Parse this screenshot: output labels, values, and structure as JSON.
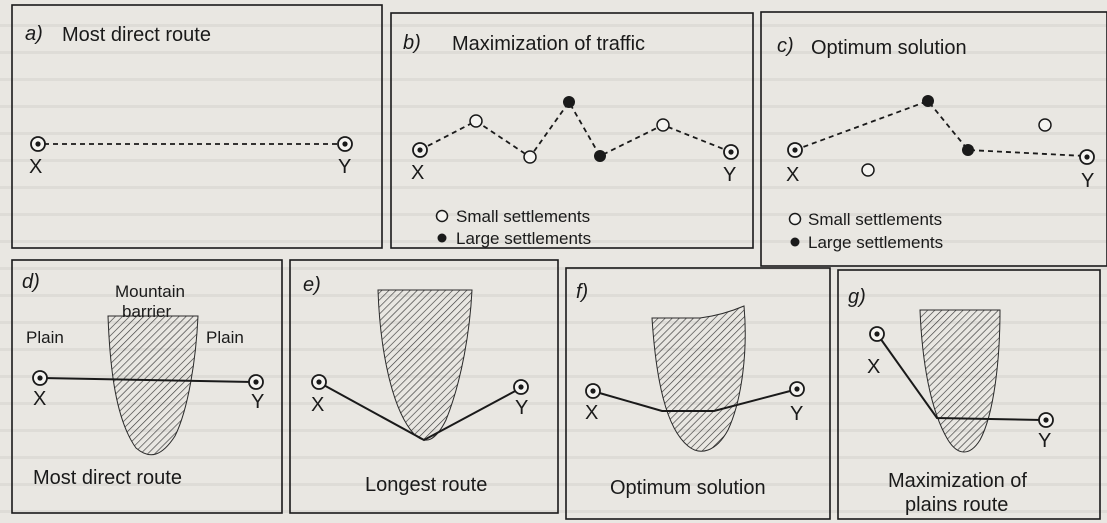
{
  "panels": {
    "a": {
      "tag": "a)",
      "title": "Most direct route",
      "start": "X",
      "end": "Y"
    },
    "b": {
      "tag": "b)",
      "title": "Maximization of traffic",
      "start": "X",
      "end": "Y",
      "legend_small": "Small settlements",
      "legend_large": "Large settlements"
    },
    "c": {
      "tag": "c)",
      "title": "Optimum solution",
      "start": "X",
      "end": "Y",
      "legend_small": "Small settlements",
      "legend_large": "Large settlements"
    },
    "d": {
      "tag": "d)",
      "caption": "Most direct route",
      "start": "X",
      "end": "Y",
      "barrier": "Mountain barrier",
      "barrier_line1": "Mountain",
      "barrier_line2": "barrier",
      "plain_left": "Plain",
      "plain_right": "Plain"
    },
    "e": {
      "tag": "e)",
      "caption": "Longest route",
      "start": "X",
      "end": "Y"
    },
    "f": {
      "tag": "f)",
      "caption": "Optimum solution",
      "start": "X",
      "end": "Y"
    },
    "g": {
      "tag": "g)",
      "caption_line1": "Maximization of",
      "caption_line2": "plains route",
      "start": "X",
      "end": "Y"
    }
  },
  "colors": {
    "ink": "#1a1a1a",
    "paper": "#e9e7e2",
    "hatch": "#3a3a3a"
  },
  "icons": [
    "start-point-icon",
    "end-point-icon",
    "small-settlement-icon",
    "large-settlement-icon",
    "mountain-barrier-hatch"
  ]
}
